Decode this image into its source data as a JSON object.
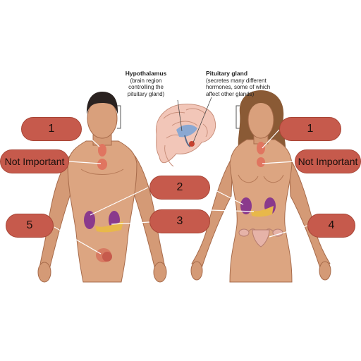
{
  "labels": {
    "male_top": "1",
    "male_neck": "Not Important",
    "center_upper": "2",
    "center_lower": "3",
    "male_lower": "5",
    "female_top": "1",
    "female_neck": "Not Important",
    "female_lower": "4"
  },
  "brain": {
    "hypothalamus_title": "Hypothalamus",
    "hypothalamus_desc_1": "(brain region",
    "hypothalamus_desc_2": "controlling the",
    "hypothalamus_desc_3": "pituitary gland)",
    "pituitary_title": "Pituitary gland",
    "pituitary_desc_1": "(secretes many different",
    "pituitary_desc_2": "hormones, some of which",
    "pituitary_desc_3": "affect other glands)"
  },
  "colors": {
    "label_fill": "#c65a4c",
    "skin": "#d9a07c",
    "skin_shadow": "#b67a58",
    "hair_male": "#2a2220",
    "hair_female": "#8a5a35",
    "kidney": "#8a3a8c",
    "pancreas": "#e8b84a",
    "thyroid": "#e07560"
  }
}
